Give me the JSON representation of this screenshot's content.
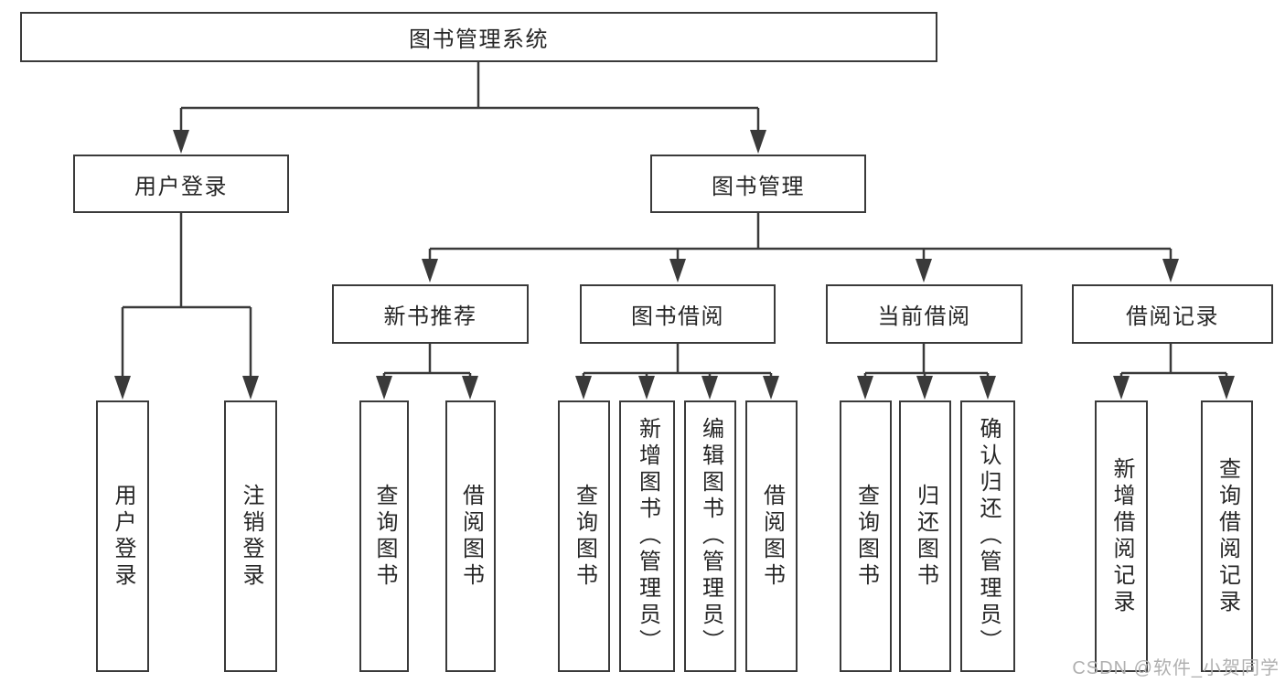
{
  "diagram": {
    "root": {
      "label": "图书管理系统",
      "children": [
        {
          "label": "用户登录",
          "children": [
            {
              "label": "用户登录"
            },
            {
              "label": "注销登录"
            }
          ]
        },
        {
          "label": "图书管理",
          "children": [
            {
              "label": "新书推荐",
              "children": [
                {
                  "label": "查询图书"
                },
                {
                  "label": "借阅图书"
                }
              ]
            },
            {
              "label": "图书借阅",
              "children": [
                {
                  "label": "查询图书"
                },
                {
                  "label": "新增图书（管理员）"
                },
                {
                  "label": "编辑图书（管理员）"
                },
                {
                  "label": "借阅图书"
                }
              ]
            },
            {
              "label": "当前借阅",
              "children": [
                {
                  "label": "查询图书"
                },
                {
                  "label": "归还图书"
                },
                {
                  "label": "确认归还（管理员）"
                }
              ]
            },
            {
              "label": "借阅记录",
              "children": [
                {
                  "label": "新增借阅记录"
                },
                {
                  "label": "查询借阅记录"
                }
              ]
            }
          ]
        }
      ]
    }
  },
  "watermark": {
    "text": "CSDN @软件_小贺同学"
  },
  "colors": {
    "line": "#3a3a3a",
    "text": "#262626",
    "watermark": "#b0b0b0",
    "background": "#ffffff"
  }
}
